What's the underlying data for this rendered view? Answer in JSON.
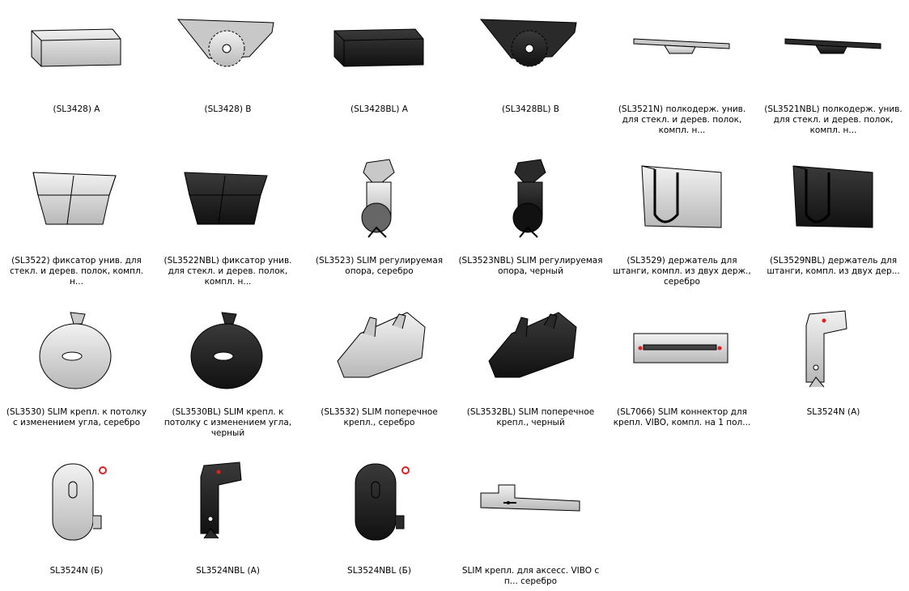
{
  "items": [
    {
      "label": "(SL3428)    A",
      "icon": "light-block"
    },
    {
      "label": "(SL3428)    B",
      "icon": "light-gear-bracket"
    },
    {
      "label": "(SL3428BL)  A",
      "icon": "dark-block"
    },
    {
      "label": "(SL3428BL)  B",
      "icon": "dark-gear-bracket"
    },
    {
      "label": "(SL3521N) полкодерж. унив. для стекл. и дерев. полок, компл. н...",
      "icon": "light-flat-bar"
    },
    {
      "label": "(SL3521NBL) полкодерж. унив. для стекл. и дерев. полок, компл. н...",
      "icon": "dark-flat-bar"
    },
    {
      "label": "(SL3522) фиксатор унив. для стекл. и дерев. полок, компл. н...",
      "icon": "light-wedge"
    },
    {
      "label": "(SL3522NBL) фиксатор унив. для стекл. и дерев. полок, компл. н...",
      "icon": "dark-wedge"
    },
    {
      "label": "(SL3523) SLIM регулируемая опора, серебро",
      "icon": "light-adjustable-foot"
    },
    {
      "label": "(SL3523NBL) SLIM регулируемая опора, черный",
      "icon": "dark-adjustable-foot"
    },
    {
      "label": "(SL3529) держатель для штанги, компл. из двух держ., серебро",
      "icon": "light-rod-holder"
    },
    {
      "label": "(SL3529NBL) держатель для штанги, компл. из двух дер...",
      "icon": "dark-rod-holder"
    },
    {
      "label": "(SL3530) SLIM крепл. к потолку с изменением угла, серебро",
      "icon": "light-round-mount"
    },
    {
      "label": "(SL3530BL) SLIM крепл. к потолку с изменением угла, черный",
      "icon": "dark-round-mount"
    },
    {
      "label": "(SL3532) SLIM поперечное крепл., серебро",
      "icon": "light-cross-mount"
    },
    {
      "label": "(SL3532BL) SLIM поперечное крепл., черный",
      "icon": "dark-cross-mount"
    },
    {
      "label": "(SL7066) SLIM коннектор для крепл. VIBO, компл. на 1 пол...",
      "icon": "light-connector-plate"
    },
    {
      "label": "SL3524N (A)",
      "icon": "light-l-bracket"
    },
    {
      "label": "SL3524N (Б)",
      "icon": "light-oval-plate"
    },
    {
      "label": "SL3524NBL (A)",
      "icon": "dark-l-bracket"
    },
    {
      "label": "SL3524NBL (Б)",
      "icon": "dark-oval-plate"
    },
    {
      "label": "SLIM крепл. для аксесс. VIBO с п... серебро",
      "icon": "light-accessory-strip"
    }
  ],
  "colors": {
    "light_part": "#d9d9d9",
    "dark_part": "#1f1f1f",
    "edge": "#000000",
    "marker": "#e02020"
  }
}
